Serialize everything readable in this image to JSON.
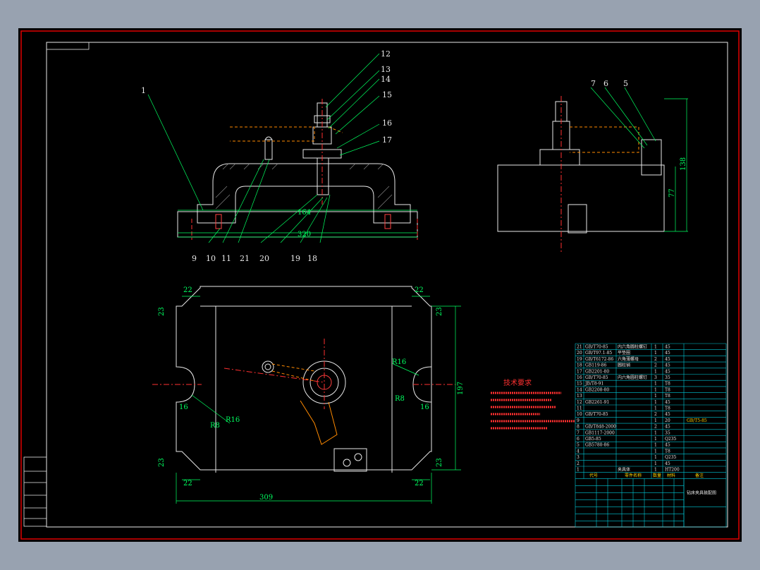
{
  "drawing": {
    "part_labels": [
      "1",
      "5",
      "6",
      "7",
      "9",
      "10",
      "11",
      "12",
      "13",
      "14",
      "15",
      "16",
      "17",
      "18",
      "19",
      "20",
      "21"
    ],
    "dims_top": {
      "d164": "164",
      "d320": "320",
      "d77": "77",
      "d138": "138"
    },
    "dims_plan": {
      "d22": "22",
      "d23": "23",
      "d16": "16",
      "r16": "R16",
      "r8": "R8",
      "d309": "309",
      "d197": "197"
    },
    "tech_title": "技术要求",
    "tech_lines": [
      "1.",
      "2.",
      "3.",
      "4.",
      "5.",
      "6."
    ]
  },
  "title_block": {
    "header": [
      "代号",
      "零件名称",
      "数量",
      "材料",
      "备注"
    ],
    "rows": [
      [
        "21",
        "GB/T70-85",
        "内六角圆柱螺钉",
        "1",
        "45"
      ],
      [
        "20",
        "GB/T97.1-85",
        "平垫圈",
        "1",
        "45"
      ],
      [
        "19",
        "GB/T6172-86",
        "六角薄螺母",
        "2",
        "45"
      ],
      [
        "18",
        "GB119-86",
        "圆柱销",
        "2",
        "45"
      ],
      [
        "17",
        "GB2201-80",
        "",
        "1",
        "45"
      ],
      [
        "16",
        "GB/T70-85",
        "内六角圆柱螺钉",
        "3",
        "35"
      ],
      [
        "15",
        "JB/T8-91",
        "",
        "1",
        "T8"
      ],
      [
        "14",
        "GB2208-80",
        "",
        "1",
        "T8"
      ],
      [
        "13",
        "",
        "",
        "1",
        "T8"
      ],
      [
        "12",
        "GB2261-91",
        "",
        "1",
        "45"
      ],
      [
        "11",
        "",
        "",
        "1",
        "T8"
      ],
      [
        "10",
        "GB/T70-85",
        "",
        "2",
        "45"
      ],
      [
        "9",
        "",
        "",
        "1",
        "20"
      ],
      [
        "8",
        "GB/T848-2000",
        "",
        "2",
        "45"
      ],
      [
        "7",
        "GB1117-2000",
        "",
        "1",
        "35"
      ],
      [
        "6",
        "GB5-85",
        "",
        "1",
        "Q235"
      ],
      [
        "5",
        "GB5780-86",
        "",
        "1",
        "45"
      ],
      [
        "4",
        "",
        "",
        "1",
        "T8"
      ],
      [
        "3",
        "",
        "",
        "1",
        "Q235"
      ],
      [
        "2",
        "",
        "",
        "1",
        "45"
      ],
      [
        "1",
        "",
        "夹具体",
        "1",
        "HT200"
      ]
    ],
    "side_note": "GB/T5-85",
    "drawing_title": "钻床夹具装配图"
  }
}
